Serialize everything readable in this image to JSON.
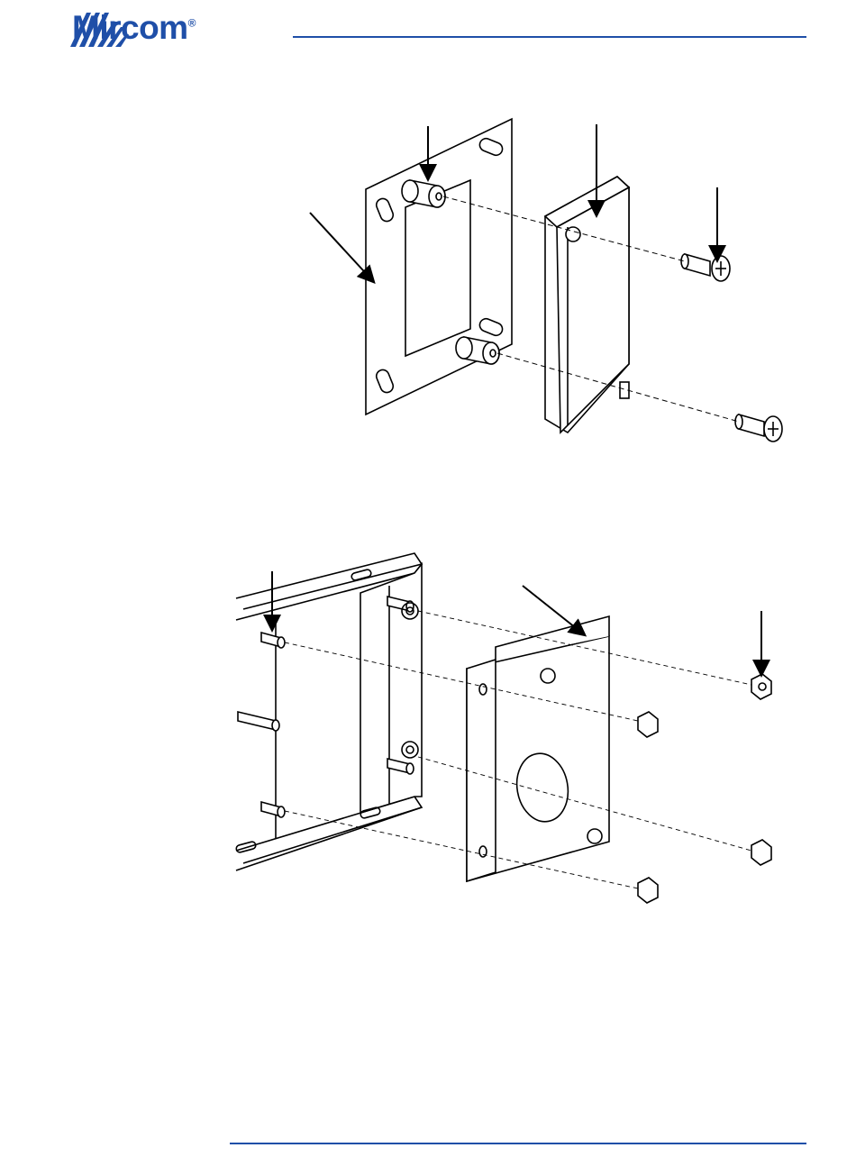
{
  "header": {
    "logo_text": "Mircom",
    "logo_mark": "®",
    "brand_color": "#1f4fa8"
  },
  "figures": [
    {
      "name": "figure-1",
      "kind": "exploded-assembly-drawing"
    },
    {
      "name": "figure-2",
      "kind": "exploded-assembly-drawing"
    }
  ]
}
